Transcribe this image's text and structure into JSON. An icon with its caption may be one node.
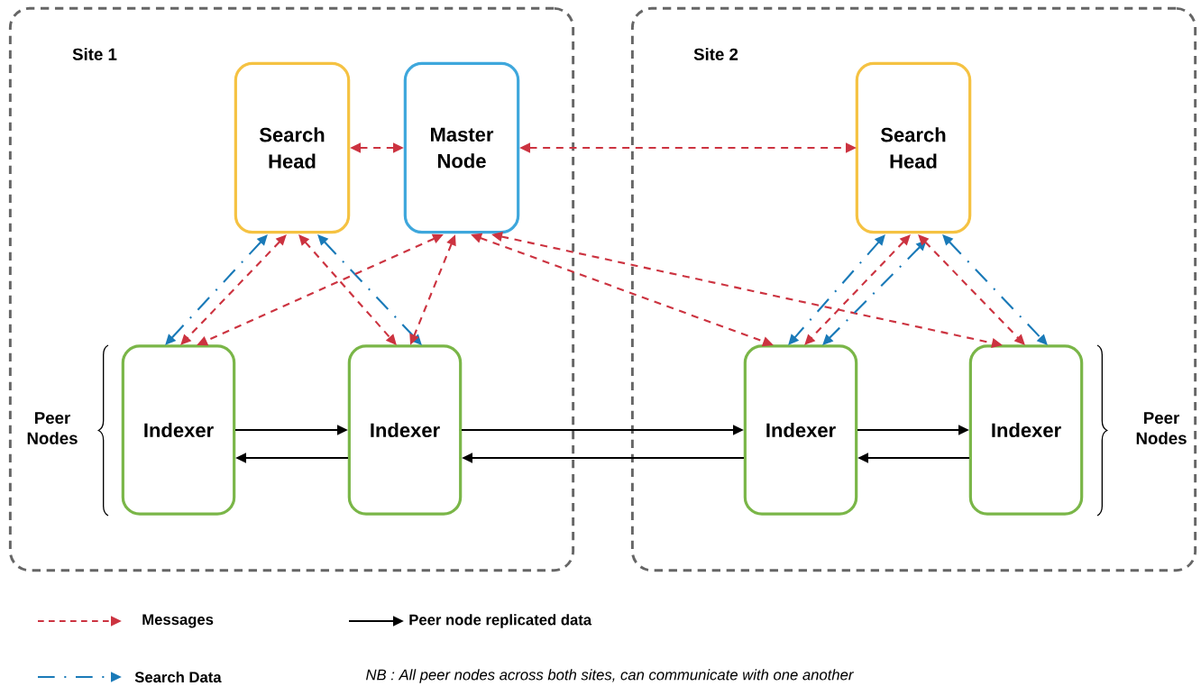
{
  "diagram": {
    "nodes": [
      {
        "text": [
          "Site 1"
        ]
      },
      {
        "text": [
          "Site 2"
        ]
      },
      {
        "text": [
          "Search Head"
        ],
        "in": 0
      },
      {
        "text": [
          "Master Node"
        ],
        "in": 0
      },
      {
        "text": [
          "Search Head"
        ],
        "in": 1
      },
      {
        "text": [
          "Indexer"
        ],
        "in": 0
      },
      {
        "text": [
          "Indexer"
        ],
        "in": 0
      },
      {
        "text": [
          "Indexer"
        ],
        "in": 1
      },
      {
        "text": [
          "Indexer"
        ],
        "in": 1
      }
    ],
    "edges": [
      {
        "from": 2,
        "to": 3,
        "arrow": "both",
        "style": "dashed"
      },
      {
        "from": 3,
        "to": 4,
        "arrow": "both",
        "style": "dashed"
      },
      {
        "from": 2,
        "to": 5,
        "arrow": "both",
        "style": "dashed"
      },
      {
        "from": 2,
        "to": 5,
        "arrow": "both",
        "style": "dashed",
        "color": "#1a7ab8"
      },
      {
        "from": 2,
        "to": 6,
        "arrow": "both",
        "style": "dashed"
      },
      {
        "from": 2,
        "to": 6,
        "arrow": "both",
        "style": "dashed",
        "color": "#1a7ab8"
      },
      {
        "from": 3,
        "to": 5,
        "arrow": "both",
        "style": "dashed"
      },
      {
        "from": 3,
        "to": 6,
        "arrow": "both",
        "style": "dashed"
      },
      {
        "from": 3,
        "to": 7,
        "arrow": "both",
        "style": "dashed"
      },
      {
        "from": 3,
        "to": 8,
        "arrow": "both",
        "style": "dashed"
      },
      {
        "from": 4,
        "to": 7,
        "arrow": "both",
        "style": "dashed"
      },
      {
        "from": 4,
        "to": 7,
        "arrow": "both",
        "style": "dashed",
        "color": "#1a7ab8"
      },
      {
        "from": 4,
        "to": 7,
        "arrow": "both",
        "style": "dashed",
        "color": "#1a7ab8"
      },
      {
        "from": 4,
        "to": 8,
        "arrow": "both",
        "style": "dashed"
      },
      {
        "from": 4,
        "to": 8,
        "arrow": "both",
        "style": "dashed",
        "color": "#1a7ab8"
      },
      {
        "from": 5,
        "to": 6,
        "arrow": "to",
        "color": "#000000"
      },
      {
        "from": 6,
        "to": 5,
        "arrow": "to",
        "color": "#000000"
      },
      {
        "from": 6,
        "to": 7,
        "arrow": "to",
        "color": "#000000"
      },
      {
        "from": 7,
        "to": 6,
        "arrow": "to",
        "color": "#000000"
      },
      {
        "from": 7,
        "to": 8,
        "arrow": "to",
        "color": "#000000"
      },
      {
        "from": 8,
        "to": 7,
        "arrow": "to",
        "color": "#000000"
      }
    ],
    "labels": [
      "Peer Nodes",
      "Peer Nodes",
      "NB : All peer nodes across both sites, can communicate with one another"
    ],
    "legend": [
      {
        "text": "Messages"
      },
      {
        "text": "Peer node replicated data"
      },
      {
        "text": "Search Data"
      }
    ]
  }
}
